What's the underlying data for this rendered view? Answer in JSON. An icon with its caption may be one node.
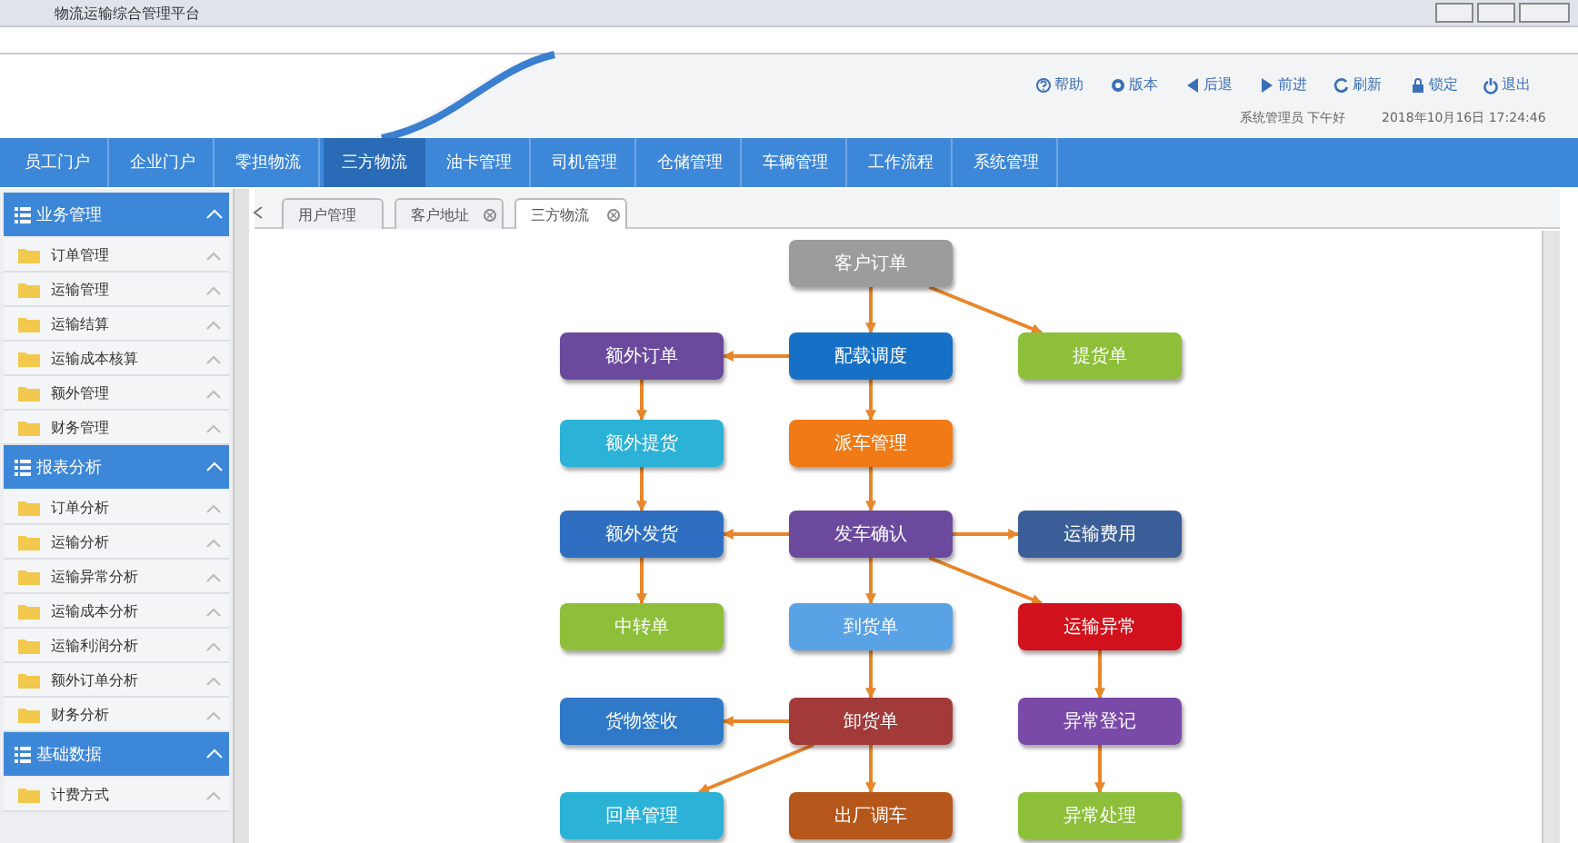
{
  "diagram": {
    "nodes": [
      {
        "text": [
          "客户订单"
        ]
      },
      {
        "text": [
          "额外订单"
        ]
      },
      {
        "text": [
          "配载调度"
        ]
      },
      {
        "text": [
          "提货单"
        ]
      },
      {
        "text": [
          "额外提货"
        ]
      },
      {
        "text": [
          "派车管理"
        ]
      },
      {
        "text": [
          "额外发货"
        ]
      },
      {
        "text": [
          "发车确认"
        ]
      },
      {
        "text": [
          "运输费用"
        ]
      },
      {
        "text": [
          "中转单"
        ]
      },
      {
        "text": [
          "到货单"
        ]
      },
      {
        "text": [
          "运输异常"
        ]
      },
      {
        "text": [
          "货物签收"
        ]
      },
      {
        "text": [
          "卸货单"
        ]
      },
      {
        "text": [
          "异常登记"
        ]
      },
      {
        "text": [
          "回单管理"
        ]
      },
      {
        "text": [
          "出厂调车"
        ]
      },
      {
        "text": [
          "异常处理"
        ]
      }
    ],
    "edges": [
      {
        "from": 0,
        "to": 3,
        "arrow": "to"
      },
      {
        "from": 0,
        "to": 2,
        "arrow": "to"
      },
      {
        "from": 2,
        "to": 1,
        "arrow": "to"
      },
      {
        "from": 2,
        "to": 5,
        "arrow": "to"
      },
      {
        "from": 1,
        "to": 4,
        "arrow": "to"
      },
      {
        "from": 4,
        "to": 6,
        "arrow": "to"
      },
      {
        "from": 5,
        "to": 7,
        "arrow": "to"
      },
      {
        "from": 7,
        "to": 6,
        "arrow": "to"
      },
      {
        "from": 7,
        "to": 8,
        "arrow": "to"
      },
      {
        "from": 7,
        "to": 10,
        "arrow": "to"
      },
      {
        "from": 7,
        "to": 11,
        "arrow": "to"
      },
      {
        "from": 6,
        "to": 9,
        "arrow": "to"
      },
      {
        "from": 10,
        "to": 13,
        "arrow": "to"
      },
      {
        "from": 11,
        "to": 14,
        "arrow": "to"
      },
      {
        "from": 14,
        "to": 17,
        "arrow": "to"
      },
      {
        "from": 13,
        "to": 12,
        "arrow": "to"
      },
      {
        "from": 13,
        "to": 15,
        "arrow": "to"
      },
      {
        "from": 13,
        "to": 16,
        "arrow": "to"
      }
    ],
    "labels": [
      "物流运输综合管理平台",
      "帮助",
      "版本",
      "后退",
      "前进",
      "刷新",
      "锁定",
      "退出",
      "系统管理员 下午好",
      "2018年10月16日 17:24:46",
      "员工门户",
      "企业门户",
      "零担物流",
      "三方物流",
      "油卡管理",
      "司机管理",
      "仓储管理",
      "车辆管理",
      "工作流程",
      "系统管理",
      "业务管理",
      "订单管理",
      "运输管理",
      "运输结算",
      "运输成本核算",
      "额外管理",
      "财务管理",
      "报表分析",
      "订单分析",
      "运输分析",
      "运输异常分析",
      "运输成本分析",
      "运输利润分析",
      "额外订单分析",
      "财务分析",
      "基础数据",
      "计费方式",
      "用户管理",
      "客户地址",
      "三方物流"
    ]
  }
}
